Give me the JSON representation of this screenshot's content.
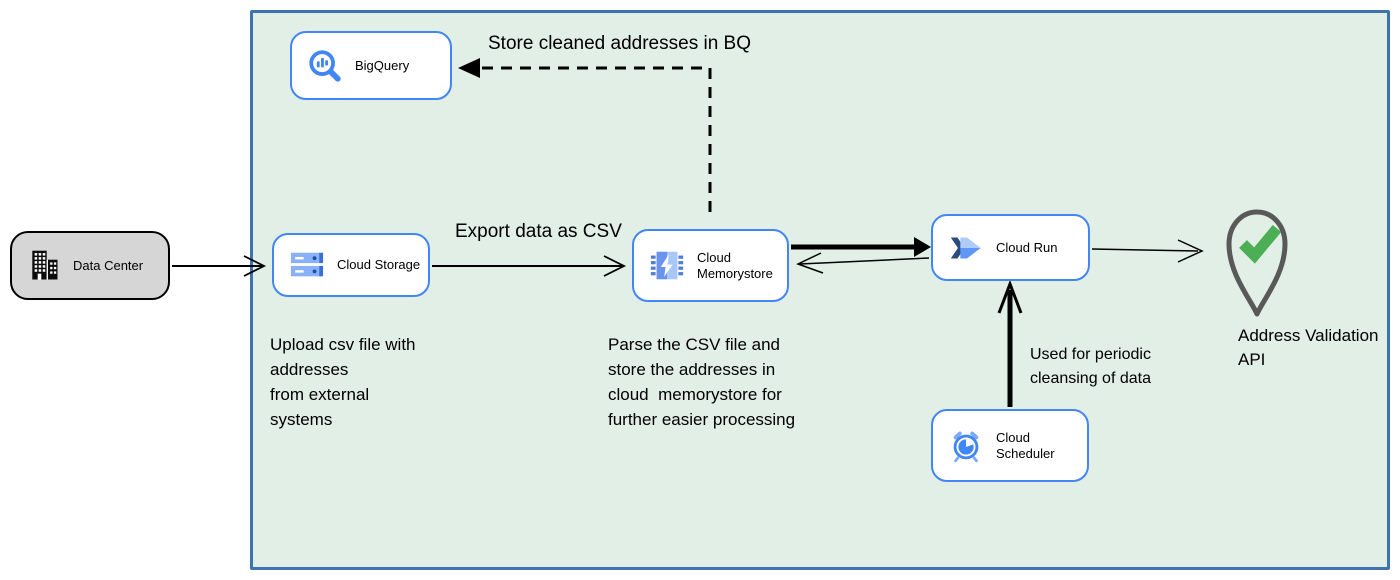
{
  "colors": {
    "container_fill": "#e1efe6",
    "container_border": "#3e73ad",
    "node_border": "#4285f4",
    "node_fill": "#ffffff",
    "datacenter_fill": "#d6d6d6",
    "datacenter_border": "#000000",
    "edge_color": "#000000",
    "pin_outline": "#595959",
    "check_green": "#4cae55"
  },
  "nodes": {
    "datacenter": {
      "label": "Data Center",
      "icon": "building-icon"
    },
    "bigquery": {
      "label": "BigQuery",
      "icon": "bigquery-icon"
    },
    "cloud_storage": {
      "label": "Cloud Storage",
      "icon": "cloud-storage-icon"
    },
    "cloud_memorystore": {
      "label": "Cloud\nMemorystore",
      "icon": "memorystore-icon"
    },
    "cloud_run": {
      "label": "Cloud Run",
      "icon": "cloud-run-icon"
    },
    "cloud_scheduler": {
      "label": "Cloud Scheduler",
      "icon": "cloud-scheduler-icon"
    },
    "address_validation_api": {
      "label": "Address Validation\nAPI",
      "icon": "pin-check-icon"
    }
  },
  "edge_labels": {
    "store_cleaned": "Store cleaned addresses in BQ",
    "export_csv": "Export data as CSV",
    "periodic_cleansing": "Used for periodic\ncleansing of data"
  },
  "annotations": {
    "upload_note": "Upload csv file with\naddresses\nfrom external\nsystems",
    "parse_note": "Parse the CSV file and\nstore the addresses in\ncloud  memorystore for\nfurther easier processing"
  }
}
